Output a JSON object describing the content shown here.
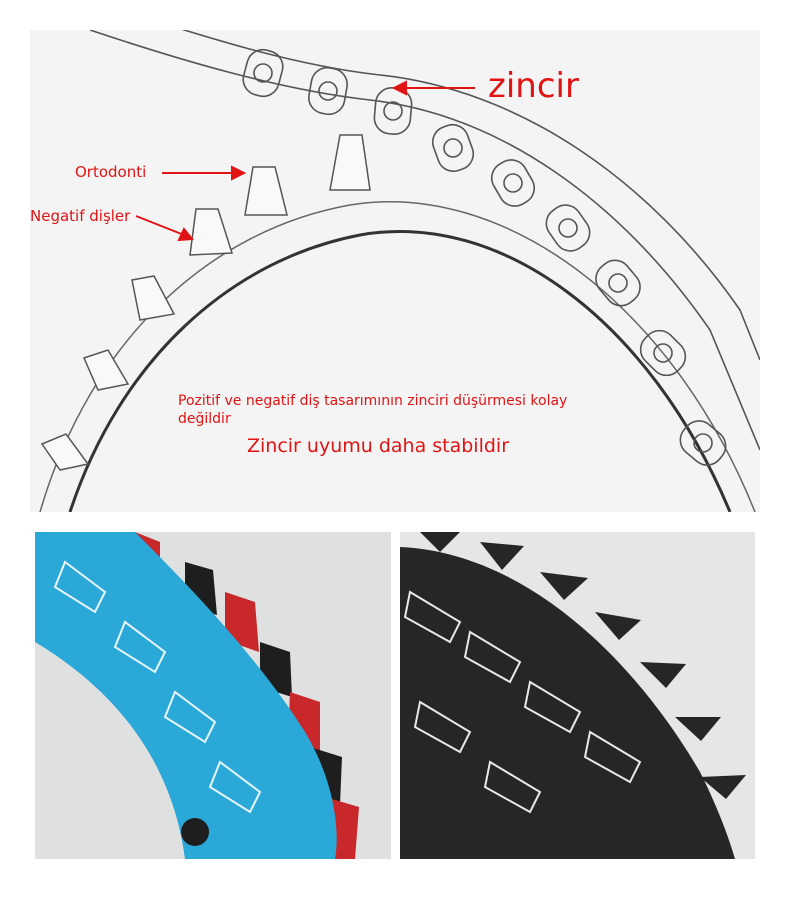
{
  "diagram": {
    "label_chain": "zincir",
    "label_orthodontic": "Ortodonti",
    "label_negative_teeth": "Negatif dişler",
    "note_design": "Pozitif ve negatif diş tasarımının zinciri düşürmesi kolay değildir",
    "note_stability": "Zincir uyumu daha stabildir",
    "colors": {
      "annotation": "#e01414",
      "line_art": "#555555"
    }
  },
  "photos": {
    "left": {
      "colors": {
        "body": "#2aa8d8",
        "teeth_wide": "#c8282a",
        "teeth_narrow": "#1e1e1e",
        "background": "#dfe0e0"
      }
    },
    "right": {
      "colors": {
        "body": "#262626",
        "graphics": "#e8e8e8",
        "background": "#e6e6e6"
      }
    }
  }
}
